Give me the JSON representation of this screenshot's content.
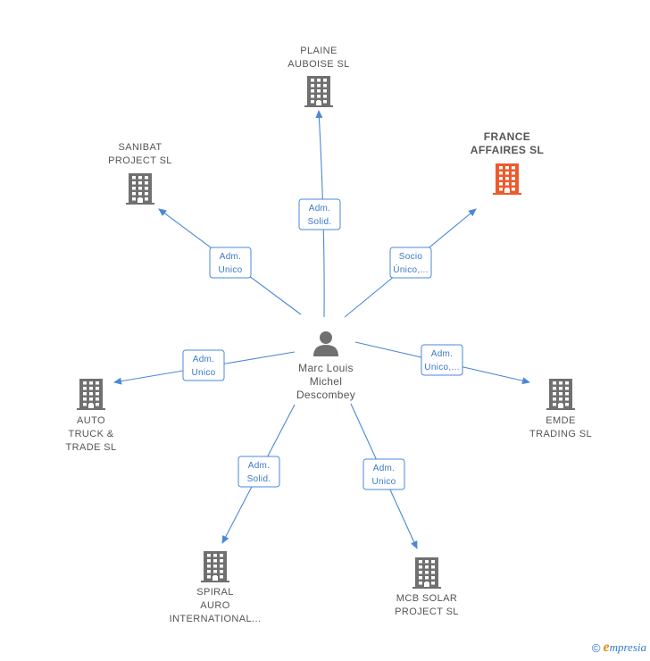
{
  "colors": {
    "edge": "#4a88d8",
    "building": "#707070",
    "building_highlight": "#ee5a2e",
    "person": "#707070"
  },
  "center": {
    "icon": "person-icon",
    "label_lines": [
      "Marc Louis",
      "Michel",
      "Descombey"
    ]
  },
  "companies": [
    {
      "id": "plaine",
      "label_lines": [
        "PLAINE",
        "AUBOISE  SL"
      ],
      "icon": "building-icon",
      "highlight": false
    },
    {
      "id": "france",
      "label_lines": [
        "FRANCE",
        "AFFAIRES  SL"
      ],
      "icon": "building-icon",
      "highlight": true
    },
    {
      "id": "sanibat",
      "label_lines": [
        "SANIBAT",
        "PROJECT  SL"
      ],
      "icon": "building-icon",
      "highlight": false
    },
    {
      "id": "auto",
      "label_lines": [
        "AUTO",
        "TRUCK &",
        "TRADE  SL"
      ],
      "icon": "building-icon",
      "highlight": false
    },
    {
      "id": "emde",
      "label_lines": [
        "EMDE",
        "TRADING  SL"
      ],
      "icon": "building-icon",
      "highlight": false
    },
    {
      "id": "spiral",
      "label_lines": [
        "SPIRAL",
        "AURO",
        "INTERNATIONAL..."
      ],
      "icon": "building-icon",
      "highlight": false
    },
    {
      "id": "mcb",
      "label_lines": [
        "MCB SOLAR",
        "PROJECT  SL"
      ],
      "icon": "building-icon",
      "highlight": false
    }
  ],
  "relations": [
    {
      "to": "plaine",
      "label_lines": [
        "Adm.",
        "Solid."
      ]
    },
    {
      "to": "france",
      "label_lines": [
        "Socio",
        "Único,..."
      ]
    },
    {
      "to": "sanibat",
      "label_lines": [
        "Adm.",
        "Unico"
      ]
    },
    {
      "to": "auto",
      "label_lines": [
        "Adm.",
        "Unico"
      ]
    },
    {
      "to": "emde",
      "label_lines": [
        "Adm.",
        "Unico,..."
      ]
    },
    {
      "to": "spiral",
      "label_lines": [
        "Adm.",
        "Solid."
      ]
    },
    {
      "to": "mcb",
      "label_lines": [
        "Adm.",
        "Unico"
      ]
    }
  ],
  "footer": {
    "copyright_symbol": "©",
    "brand_initial": "e",
    "brand_rest": "mpresia"
  }
}
